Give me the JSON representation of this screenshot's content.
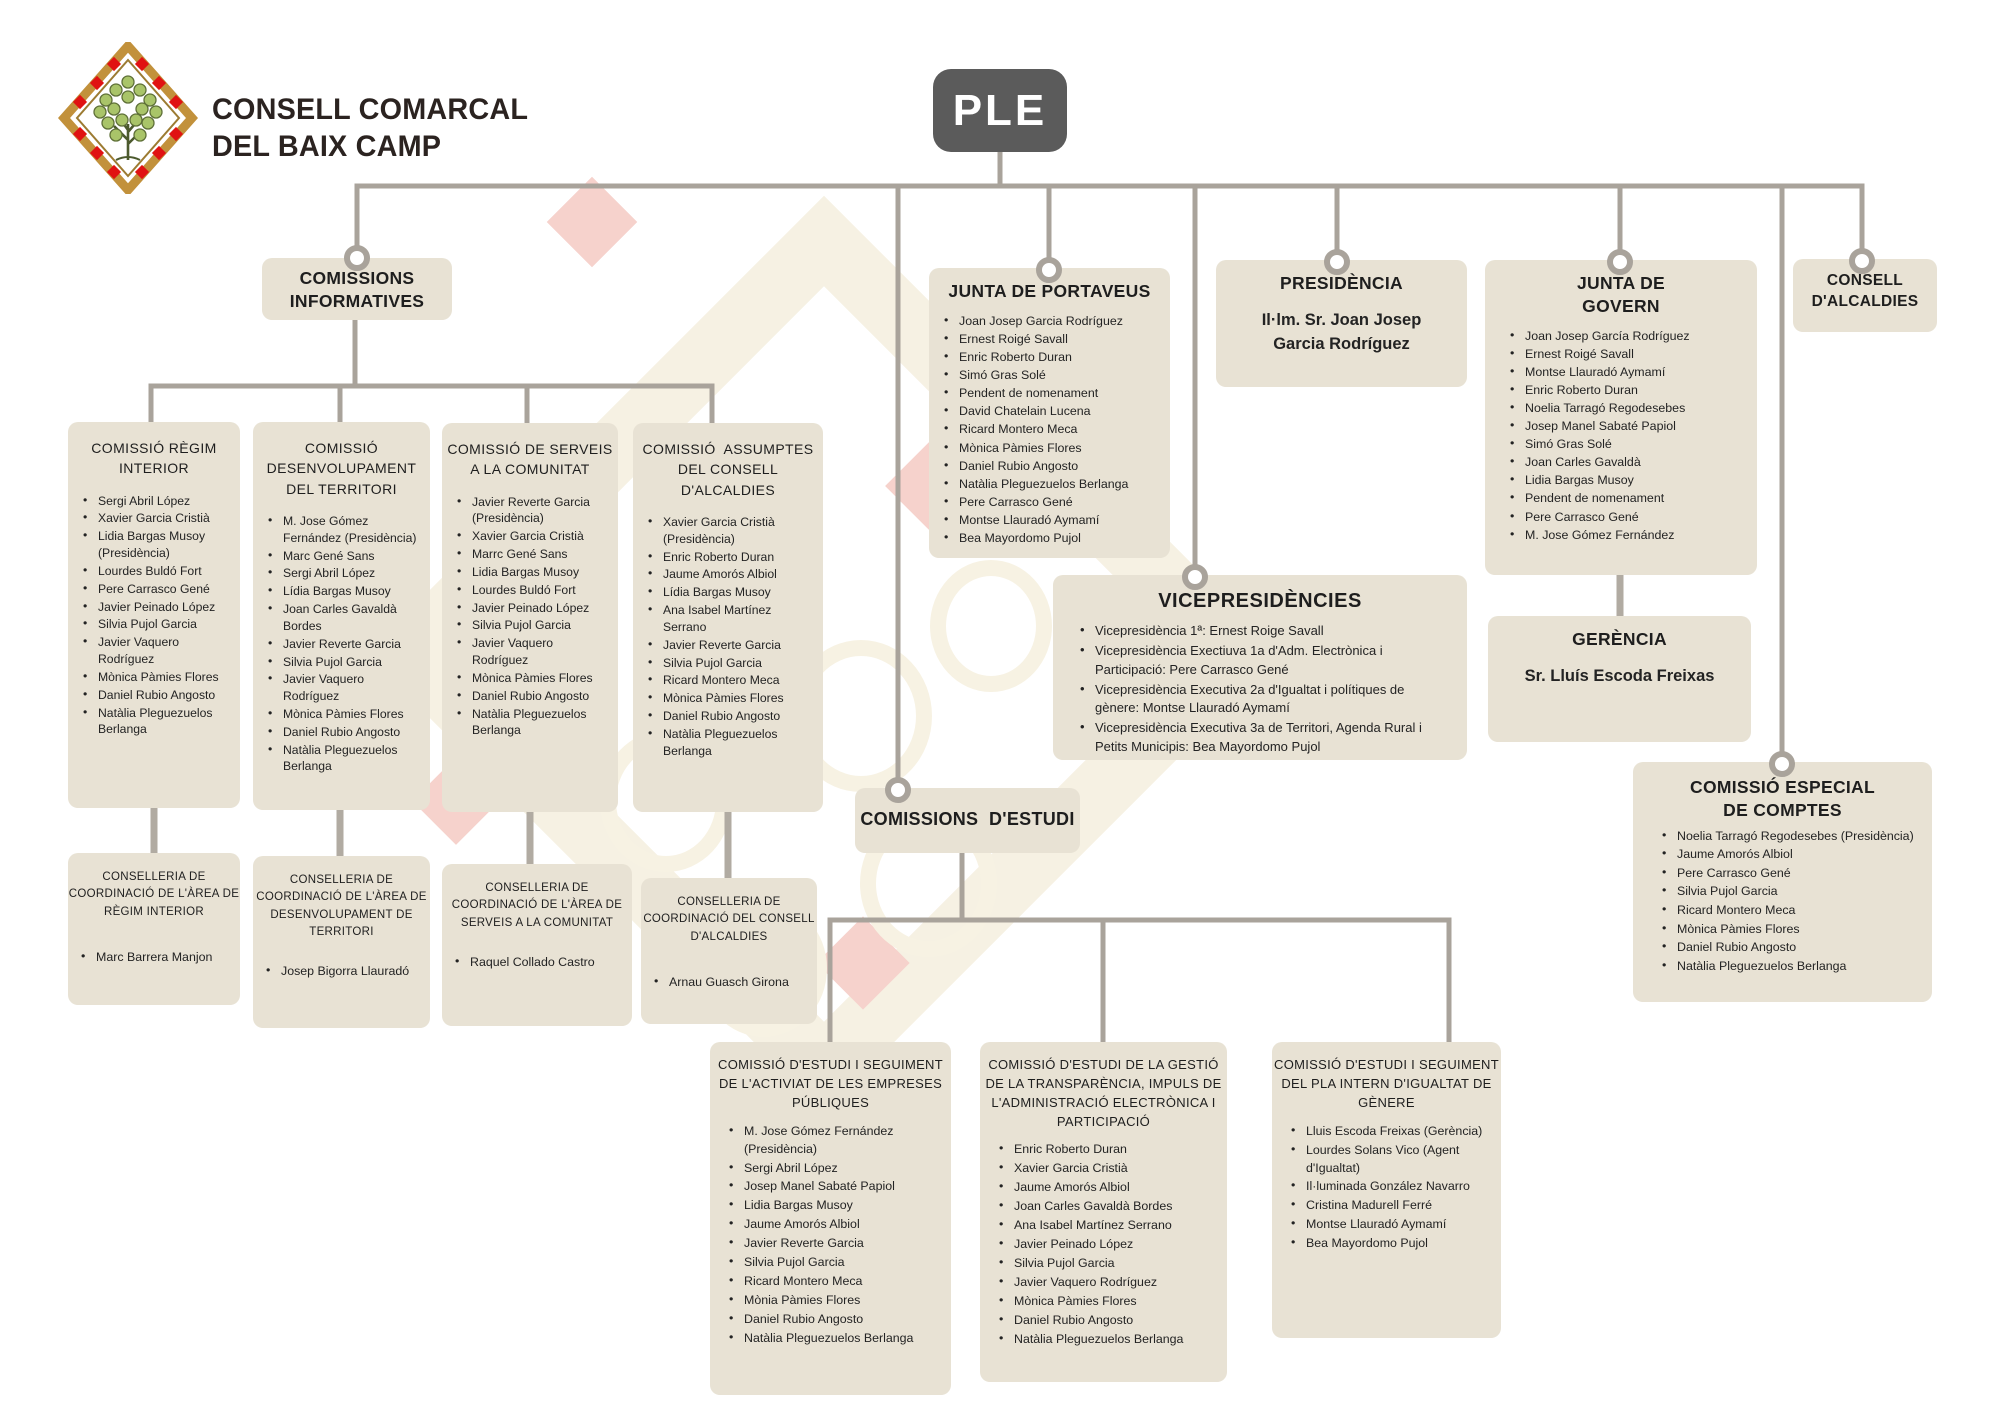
{
  "page": {
    "background": "#ffffff",
    "box_color": "#e8e2d4",
    "line_color": "#a9a39b",
    "ple_color": "#5b5b5b",
    "text_color": "#232323",
    "logo_red": "#e01212",
    "logo_gold": "#c2913b",
    "logo_green": "#a9c469"
  },
  "logo": {
    "title_line1": "CONSELL COMARCAL",
    "title_line2": "DEL BAIX CAMP"
  },
  "ple": {
    "label": "PLE"
  },
  "comissions_informatives": {
    "title": "COMISSIONS INFORMATIVES"
  },
  "comissio_regim_interior": {
    "title": "COMISSIÓ RÈGIM INTERIOR",
    "members": [
      "Sergi Abril López",
      "Xavier Garcia Cristià",
      "Lidia Bargas Musoy (Presidència)",
      "Lourdes Buldó Fort",
      "Pere Carrasco Gené",
      "Javier Peinado López",
      "Silvia Pujol Garcia",
      "Javier Vaquero Rodríguez",
      "Mònica Pàmies Flores",
      "Daniel Rubio Angosto",
      "Natàlia Pleguezuelos Berlanga"
    ]
  },
  "comissio_desenvolupament": {
    "title": "COMISSIÓ DESENVOLUPAMENT DEL TERRITORI",
    "members": [
      "M. Jose Gómez Fernández  (Presidència)",
      "Marc Gené Sans",
      "Sergi Abril López",
      "Lídia Bargas Musoy",
      "Joan Carles Gavaldà Bordes",
      "Javier Reverte Garcia",
      "Silvia Pujol Garcia",
      "Javier Vaquero Rodríguez",
      "Mònica Pàmies Flores",
      "Daniel Rubio Angosto",
      "Natàlia Pleguezuelos Berlanga"
    ]
  },
  "comissio_serveis": {
    "title": "COMISSIÓ DE SERVEIS A LA COMUNITAT",
    "members": [
      "Javier Reverte Garcia (Presidència)",
      "Xavier Garcia Cristià",
      "Marrc Gené Sans",
      "Lidia Bargas Musoy",
      "Lourdes Buldó Fort",
      "Javier Peinado López",
      "Silvia Pujol Garcia",
      "Javier Vaquero Rodríguez",
      "Mònica Pàmies Flores",
      "Daniel Rubio Angosto",
      "Natàlia Pleguezuelos Berlanga"
    ]
  },
  "comissio_assumptes": {
    "title": "COMISSIÓ  ASSUMPTES DEL CONSELL D'ALCALDIES",
    "members": [
      "Xavier Garcia Cristià (Presidència)",
      "Enric Roberto Duran",
      "Jaume Amorós Albiol",
      "Lídia Bargas Musoy",
      "Ana Isabel Martínez Serrano",
      "Javier Reverte Garcia",
      "Silvia Pujol Garcia",
      "Ricard Montero Meca",
      "Mònica Pàmies Flores",
      "Daniel Rubio Angosto",
      "Natàlia Pleguezuelos Berlanga"
    ]
  },
  "conselleria_regim": {
    "title": "CONSELLERIA DE COORDINACIÓ DE L'ÀREA DE RÈGIM INTERIOR",
    "members": [
      "Marc Barrera Manjon"
    ]
  },
  "conselleria_desenvolupament": {
    "title": "CONSELLERIA DE COORDINACIÓ DE L'ÀREA DE DESENVOLUPAMENT DE TERRITORI",
    "members": [
      "Josep Bigorra Llauradó"
    ]
  },
  "conselleria_serveis": {
    "title": "CONSELLERIA DE COORDINACIÓ DE L'ÀREA DE SERVEIS A LA COMUNITAT",
    "members": [
      "Raquel Collado Castro"
    ]
  },
  "conselleria_alcaldies": {
    "title": "CONSELLERIA DE COORDINACIÓ DEL CONSELL D'ALCALDIES",
    "members": [
      "Arnau Guasch Girona"
    ]
  },
  "junta_portaveus": {
    "title": "JUNTA DE PORTAVEUS",
    "members": [
      "Joan Josep Garcia Rodríguez",
      "Ernest Roigé Savall",
      "Enric Roberto Duran",
      "Simó Gras Solé",
      "Pendent de nomenament",
      "David Chatelain Lucena",
      "Ricard Montero Meca",
      "Mònica Pàmies Flores",
      "Daniel Rubio Angosto",
      "Natàlia Pleguezuelos Berlanga",
      "Pere Carrasco Gené",
      "Montse Llauradó Aymamí",
      "Bea Mayordomo Pujol"
    ]
  },
  "presidencia": {
    "title": "PRESIDÈNCIA",
    "name": "Il·lm. Sr. Joan Josep Garcia Rodríguez"
  },
  "junta_govern": {
    "title": "JUNTA DE GOVERN",
    "members": [
      "Joan Josep García Rodríguez",
      "Ernest Roigé Savall",
      "Montse Llauradó Aymamí",
      "Enric Roberto Duran",
      "Noelia Tarragó Regodesebes",
      "Josep Manel Sabaté Papiol",
      "Simó Gras Solé",
      "Joan Carles Gavaldà",
      "Lidia Bargas Musoy",
      "Pendent de nomenament",
      "Pere Carrasco Gené",
      "M. Jose Gómez Fernández"
    ]
  },
  "consell_alcaldies": {
    "title": "CONSELL D'ALCALDIES"
  },
  "vicepresidencies": {
    "title": "VICEPRESIDÈNCIES",
    "members": [
      "Vicepresidència 1ª: Ernest Roige Savall",
      "Vicepresidència Exectiuva 1a d'Adm. Electrònica i Participació: Pere Carrasco Gené",
      "Vicepresidència Executiva 2a d'Igualtat i polítiques de gènere: Montse Llauradó Aymamí",
      "Vicepresidència Executiva 3a de Territori, Agenda Rural i Petits Municipis: Bea Mayordomo Pujol"
    ]
  },
  "gerencia": {
    "title": "GERÈNCIA",
    "name": "Sr. Lluís Escoda Freixas"
  },
  "comissio_especial": {
    "title": "COMISSIÓ ESPECIAL DE COMPTES",
    "members": [
      "Noelia Tarragó Regodesebes (Presidència)",
      "Jaume Amorós Albiol",
      "Pere Carrasco Gené",
      "Silvia Pujol Garcia",
      "Ricard Montero Meca",
      "Mònica Pàmies Flores",
      "Daniel Rubio Angosto",
      "Natàlia Pleguezuelos Berlanga"
    ]
  },
  "comissions_estudi": {
    "title": "COMISSIONS  D'ESTUDI"
  },
  "estudi_empreses": {
    "title": "COMISSIÓ D'ESTUDI I SEGUIMENT DE L'ACTIVIAT DE LES EMPRESES PÚBLIQUES",
    "members": [
      "M. Jose Gómez Fernández (Presidència)",
      "Sergi Abril López",
      "Josep Manel Sabaté Papiol",
      "Lidia Bargas Musoy",
      "Jaume Amorós Albiol",
      "Javier Reverte Garcia",
      "Silvia Pujol Garcia",
      "Ricard Montero Meca",
      "Mònia Pàmies Flores",
      "Daniel Rubio Angosto",
      "Natàlia Pleguezuelos Berlanga"
    ]
  },
  "estudi_transparencia": {
    "title": "COMISSIÓ D'ESTUDI DE LA GESTIÓ DE LA TRANSPARÈNCIA, IMPULS DE L'ADMINISTRACIÓ ELECTRÒNICA I PARTICIPACIÓ",
    "members": [
      "Enric Roberto Duran",
      "Xavier Garcia Cristià",
      "Jaume Amorós Albiol",
      "Joan Carles Gavaldà Bordes",
      "Ana Isabel Martínez Serrano",
      "Javier Peinado López",
      "Silvia Pujol Garcia",
      "Javier Vaquero Rodríguez",
      "Mònica Pàmies Flores",
      "Daniel Rubio Angosto",
      "Natàlia Pleguezuelos Berlanga"
    ]
  },
  "estudi_igualtat": {
    "title": "COMISSIÓ D'ESTUDI I SEGUIMENT DEL PLA INTERN D'IGUALTAT DE GÈNERE",
    "members": [
      "Lluis Escoda Freixas (Gerència)",
      "Lourdes Solans Vico (Agent d'Igualtat)",
      "Il·luminada González Navarro",
      "Cristina Madurell Ferré",
      "Montse Llauradó Aymamí",
      "Bea Mayordomo Pujol"
    ]
  }
}
